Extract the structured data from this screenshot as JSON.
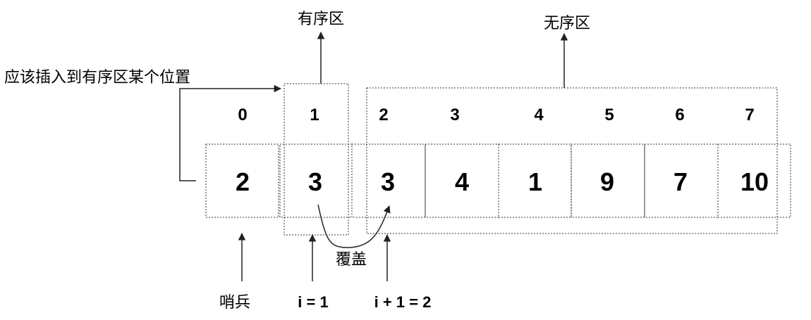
{
  "labels": {
    "ordered_region": "有序区",
    "unordered_region": "无序区",
    "insert_note": "应该插入到有序区某个位置",
    "overwrite": "覆盖",
    "sentinel": "哨兵",
    "pointer_i": "i = 1",
    "pointer_i_plus_1": "i + 1 = 2"
  },
  "indices": [
    "0",
    "1",
    "2",
    "3",
    "4",
    "5",
    "6",
    "7"
  ],
  "values": [
    "2",
    "3",
    "3",
    "4",
    "1",
    "9",
    "7",
    "10"
  ],
  "colors": {
    "line": "#222222",
    "box": "#333333",
    "text": "#000000"
  }
}
